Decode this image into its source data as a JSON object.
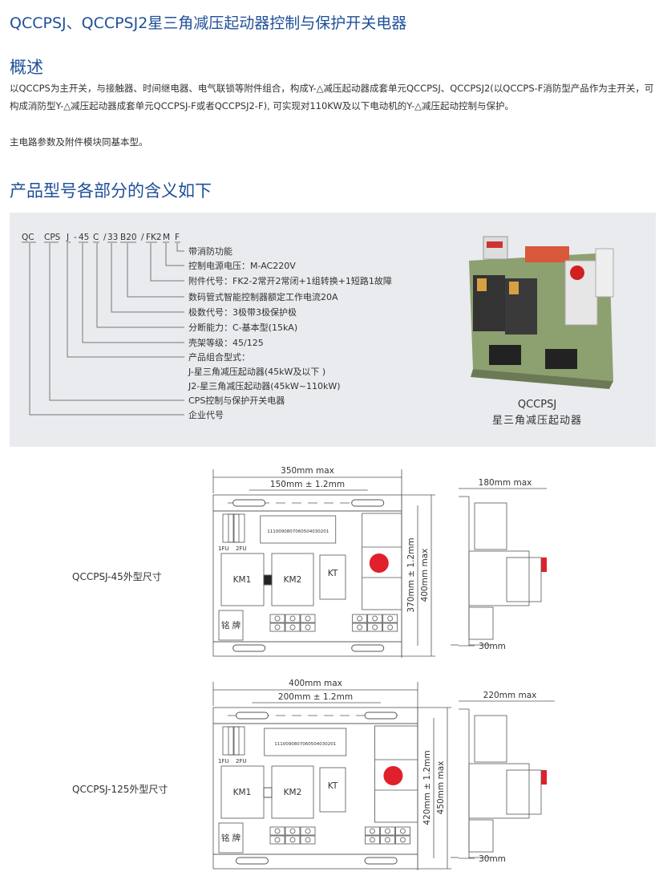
{
  "page_title": "QCCPSJ、QCCPSJ2星三角减压起动器控制与保护开关电器",
  "overview": {
    "heading": "概述",
    "paragraph1": "以QCCPS为主开关，与接触器、时间继电器、电气联锁等附件组合，构成Y-△减压起动器成套单元QCCPSJ、QCCPSJ2(以QCCPS-F消防型产品作为主开关，可构成消防型Y-△减压起动器成套单元QCCPSJ-F或者QCCPSJ2-F), 可实现对110KW及以下电动机的Y-△减压起动控制与保护。",
    "paragraph2": "主电路参数及附件模块同基本型。"
  },
  "model": {
    "heading": "产品型号各部分的含义如下",
    "codes": [
      "QC",
      "CPS",
      "J",
      "-",
      "45",
      "C",
      "/",
      "33",
      "B20",
      "/",
      "FK2",
      "M",
      "F"
    ],
    "meanings": [
      "带消防功能",
      "控制电源电压：M-AC220V",
      "附件代号：FK2-2常开2常闭+1组转换+1短路1故障",
      "数码管式智能控制器额定工作电流20A",
      "极数代号：3极带3极保护极",
      "分断能力：C-基本型(15kA)",
      "壳架等级：45/125",
      "产品组合型式：",
      "J-星三角减压起动器(45kW及以下 )",
      "J2-星三角减压起动器(45kW~110kW)",
      "CPS控制与保护开关电器",
      "企业代号"
    ],
    "photo_caption_1": "QCCPSJ",
    "photo_caption_2": "星三角减压起动器"
  },
  "drawings": [
    {
      "label": "QCCPSJ-45外型尺寸",
      "overall_width": "350mm max",
      "hole_spacing": "150mm ± 1.2mm",
      "hole_height": "370mm ± 1.2mm",
      "overall_height": "400mm  max",
      "depth": "180mm max",
      "rail": "30mm",
      "parts": {
        "km1": "KM1",
        "km2": "KM2",
        "kt": "KT",
        "nameplate": "铭 牌",
        "fu1": "1FU",
        "fu2": "2FU",
        "terminals": "1110090807060504030201"
      }
    },
    {
      "label": "QCCPSJ-125外型尺寸",
      "overall_width": "400mm  max",
      "hole_spacing": "200mm ± 1.2mm",
      "hole_height": "420mm ± 1.2mm",
      "overall_height": "450mm  max",
      "depth": "220mm max",
      "rail": "30mm",
      "parts": {
        "km1": "KM1",
        "km2": "KM2",
        "kt": "KT",
        "nameplate": "铭 牌",
        "fu1": "1FU",
        "fu2": "2FU",
        "terminals": "1110090807060504030201"
      }
    }
  ],
  "colors": {
    "heading": "#1f4f98",
    "panel_bg": "#e9ebee",
    "red_knob": "#e0202a"
  }
}
